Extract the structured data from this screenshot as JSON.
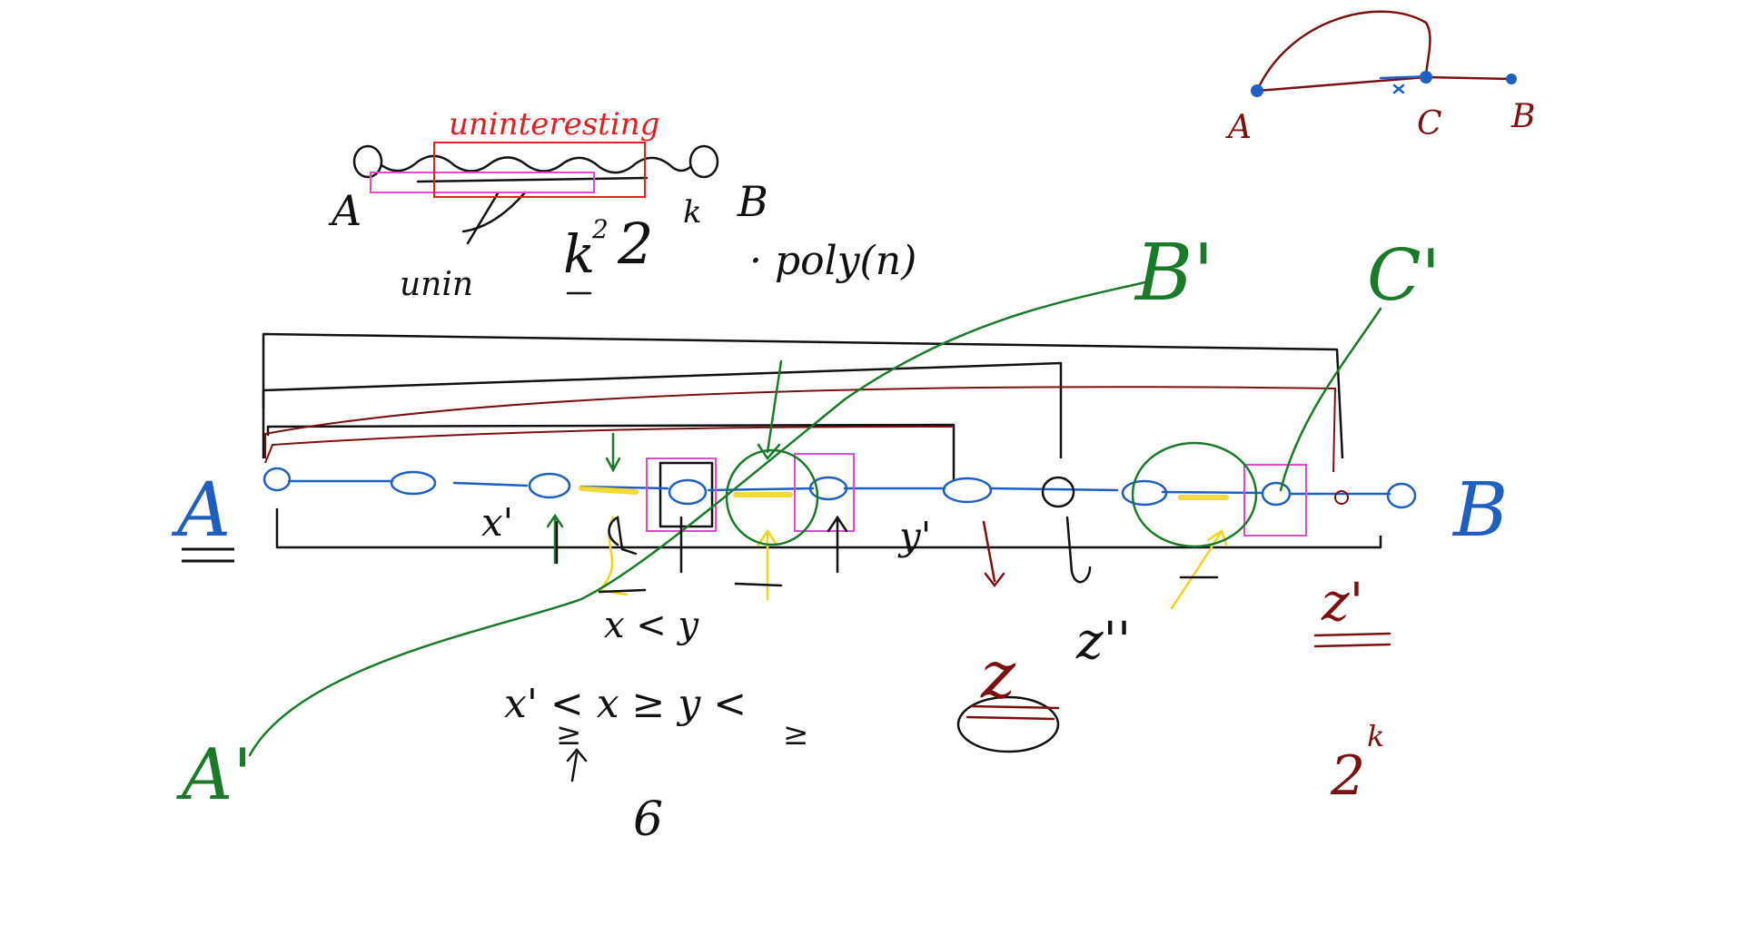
{
  "labels": {
    "sketch_a": "A",
    "sketch_b": "B",
    "uninteresting": "uninteresting",
    "unin": "unin",
    "complexity_k": "k",
    "complexity_exp": "2",
    "complexity_two": "2",
    "complexity_k2": "k",
    "poly": "· poly(n)",
    "top_a": "A",
    "top_c": "C",
    "top_b": "B",
    "main_a": "A",
    "main_b": "B",
    "a_prime": "A'",
    "b_prime": "B'",
    "c_prime": "C'",
    "x_prime": "x'",
    "y_prime": "y'",
    "x_lt_y": "x < y",
    "ineq_1": "x' < x ≥ y <",
    "ineq_2": "≥",
    "ineq_3": "≥",
    "six": "6",
    "z": "z",
    "z_double_prime": "z''",
    "z_prime": "z'",
    "two_k": "2",
    "two_k_exp": "k"
  },
  "colors": {
    "black": "#111111",
    "blue": "#1f5fbf",
    "red": "#e02020",
    "magenta": "#e04ad0",
    "green": "#1a7a2a",
    "darkred": "#7a1010",
    "yellow": "#f2d41a"
  }
}
